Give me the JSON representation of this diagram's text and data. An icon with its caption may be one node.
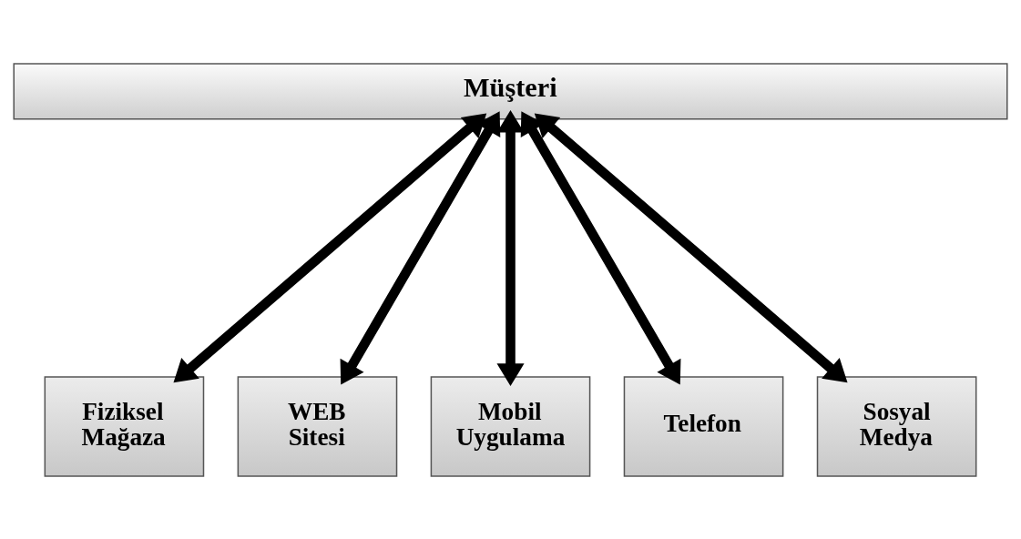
{
  "diagram": {
    "nodes": [
      {
        "text": [
          "Müşteri"
        ]
      },
      {
        "text": [
          "Fiziksel Mağaza"
        ]
      },
      {
        "text": [
          "WEB Sitesi"
        ]
      },
      {
        "text": [
          "Mobil Uygulama"
        ]
      },
      {
        "text": [
          "Telefon"
        ]
      },
      {
        "text": [
          "Sosyal Medya"
        ]
      }
    ],
    "edges": [
      {
        "from": 0,
        "to": 1,
        "arrow": "both"
      },
      {
        "from": 0,
        "to": 2,
        "arrow": "both"
      },
      {
        "from": 0,
        "to": 3,
        "arrow": "both"
      },
      {
        "from": 0,
        "to": 4,
        "arrow": "both"
      },
      {
        "from": 0,
        "to": 5,
        "arrow": "both"
      }
    ]
  }
}
